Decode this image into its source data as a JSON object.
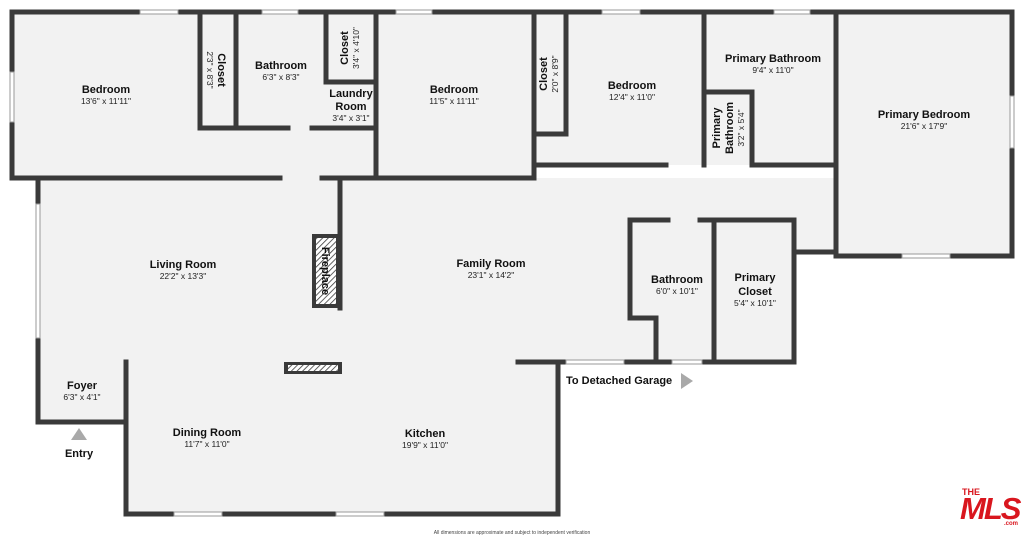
{
  "rooms": {
    "bedroom_1": {
      "name": "Bedroom",
      "dims": "13'6\" x 11'11\""
    },
    "closet_1": {
      "name": "Closet",
      "dims": "2'3\" x 8'3\""
    },
    "bathroom_1": {
      "name": "Bathroom",
      "dims": "6'3\" x 8'3\""
    },
    "closet_2": {
      "name": "Closet",
      "dims": "3'4\" x 4'10\""
    },
    "laundry": {
      "name_line1": "Laundry",
      "name_line2": "Room",
      "dims": "3'4\" x 3'1\""
    },
    "bedroom_2": {
      "name": "Bedroom",
      "dims": "11'5\" x 11'11\""
    },
    "closet_3": {
      "name": "Closet",
      "dims": "2'0\" x 8'9\""
    },
    "bedroom_3": {
      "name": "Bedroom",
      "dims": "12'4\" x 11'0\""
    },
    "primary_bathroom": {
      "name": "Primary Bathroom",
      "dims": "9'4\" x 11'0\""
    },
    "primary_bathroom_small": {
      "name_line1": "Primary",
      "name_line2": "Bathroom",
      "dims": "3'2\" x 5'4\""
    },
    "primary_bedroom": {
      "name": "Primary Bedroom",
      "dims": "21'6\" x 17'9\""
    },
    "living_room": {
      "name": "Living Room",
      "dims": "22'2\" x 13'3\""
    },
    "fireplace": {
      "name": "Fireplace"
    },
    "family_room": {
      "name": "Family Room",
      "dims": "23'1\" x 14'2\""
    },
    "bathroom_2": {
      "name": "Bathroom",
      "dims": "6'0\" x 10'1\""
    },
    "primary_closet": {
      "name_line1": "Primary",
      "name_line2": "Closet",
      "dims": "5'4\" x 10'1\""
    },
    "foyer": {
      "name": "Foyer",
      "dims": "6'3\" x 4'1\""
    },
    "dining_room": {
      "name": "Dining Room",
      "dims": "11'7\" x 11'0\""
    },
    "kitchen": {
      "name": "Kitchen",
      "dims": "19'9\" x 11'0\""
    }
  },
  "labels": {
    "entry": "Entry",
    "garage": "To Detached Garage",
    "disclaimer": "All dimensions are approximate and subject to independent verification"
  },
  "watermark": {
    "top": "THE",
    "main": "MLS",
    "suffix": ".com"
  },
  "colors": {
    "floor": "#f2f2f2",
    "wall": "#3a3a3a",
    "arrow": "#a9a9a9",
    "brand": "#d9161e"
  }
}
